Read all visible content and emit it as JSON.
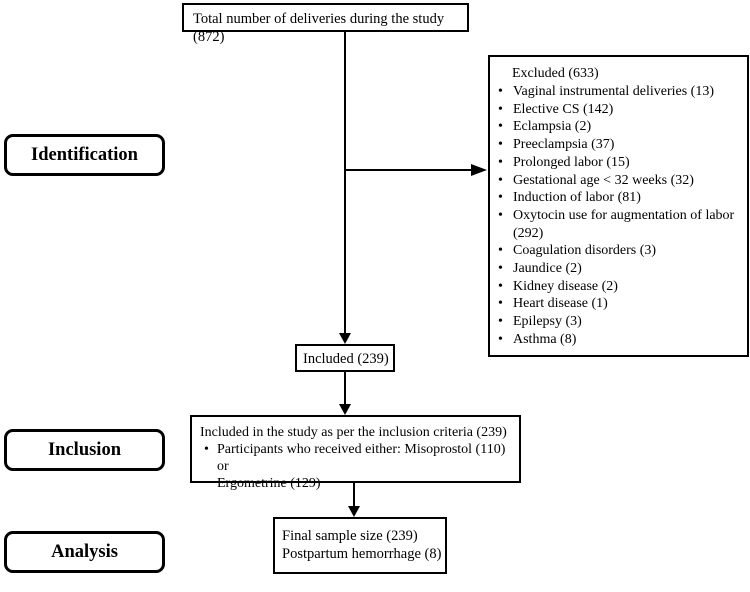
{
  "stages": {
    "identification": "Identification",
    "inclusion": "Inclusion",
    "analysis": "Analysis"
  },
  "total_deliveries": "Total number of deliveries during the study (872)",
  "excluded": {
    "title": "Excluded (633)",
    "items": [
      "Vaginal instrumental deliveries (13)",
      "Elective CS (142)",
      "Eclampsia (2)",
      "Preeclampsia (37)",
      "Prolonged labor (15)",
      "Gestational age < 32 weeks (32)",
      "Induction of labor (81)",
      "Oxytocin use for augmentation of labor",
      "(292)",
      "Coagulation disorders (3)",
      "Jaundice (2)",
      "Kidney disease (2)",
      "Heart disease (1)",
      "Epilepsy (3)",
      "Asthma (8)"
    ]
  },
  "included": "Included (239)",
  "inclusion_criteria": {
    "title": "Included in the study as per the inclusion criteria (239)",
    "bullet_line1": "Participants who received either: Misoprostol (110) or",
    "bullet_line2": "Ergometrine (129)"
  },
  "final": {
    "line1": "Final sample size (239)",
    "line2": "Postpartum hemorrhage (8)"
  }
}
